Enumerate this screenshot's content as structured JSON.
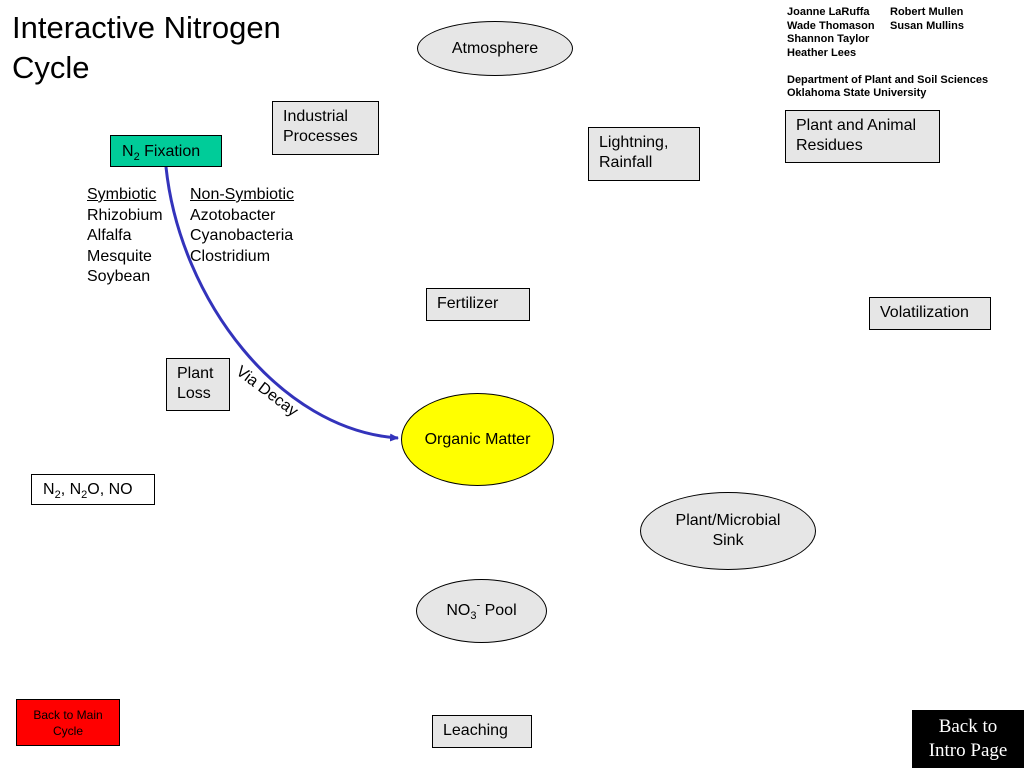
{
  "title": {
    "line1": "Interactive Nitrogen",
    "line2": "Cycle"
  },
  "credits": {
    "names": [
      [
        "Joanne LaRuffa",
        "Robert Mullen"
      ],
      [
        "Wade Thomason",
        "Susan Mullins"
      ],
      [
        "Shannon Taylor",
        ""
      ],
      [
        "Heather Lees",
        ""
      ]
    ],
    "department": "Department of Plant and Soil Sciences",
    "university": "Oklahoma State University"
  },
  "nodes": {
    "atmosphere": "Atmosphere",
    "industrial_1": "Industrial",
    "industrial_2": "Processes",
    "lightning_1": "Lightning,",
    "lightning_2": "Rainfall",
    "residues_1": "Plant and Animal",
    "residues_2": "Residues",
    "n2_fixation": {
      "n": "N",
      "sub": "2",
      "rest": " Fixation"
    },
    "fertilizer": "Fertilizer",
    "volatilization": "Volatilization",
    "plant_loss_1": "Plant",
    "plant_loss_2": "Loss",
    "organic_matter": "Organic Matter",
    "gases": {
      "n2": "N",
      "n2_sub": "2",
      "sep": ", ",
      "n2o_n": "N",
      "n2o_sub": "2",
      "n2o_rest": "O, NO"
    },
    "sink_1": "Plant/Microbial",
    "sink_2": "Sink",
    "no3_pool": {
      "no": "NO",
      "sub": "3",
      "sup": "-",
      "rest": " Pool"
    },
    "leaching": "Leaching"
  },
  "symbiotic": {
    "heading": "Symbiotic",
    "items": [
      "Rhizobium",
      "Alfalfa",
      "Mesquite",
      "Soybean"
    ]
  },
  "non_symbiotic": {
    "heading": "Non-Symbiotic",
    "items": [
      "Azotobacter",
      "Cyanobacteria",
      "Clostridium"
    ]
  },
  "arrow_label": "Via Decay",
  "buttons": {
    "back_main_1": "Back to Main",
    "back_main_2": "Cycle",
    "back_intro_1": "Back to",
    "back_intro_2": "Intro Page"
  },
  "colors": {
    "box_fill": "#e6e6e6",
    "fixation_fill": "#00cc99",
    "organic_fill": "#ffff00",
    "arrow": "#3333bb",
    "back_main_fill": "#ff0000",
    "back_intro_fill": "#000000"
  }
}
